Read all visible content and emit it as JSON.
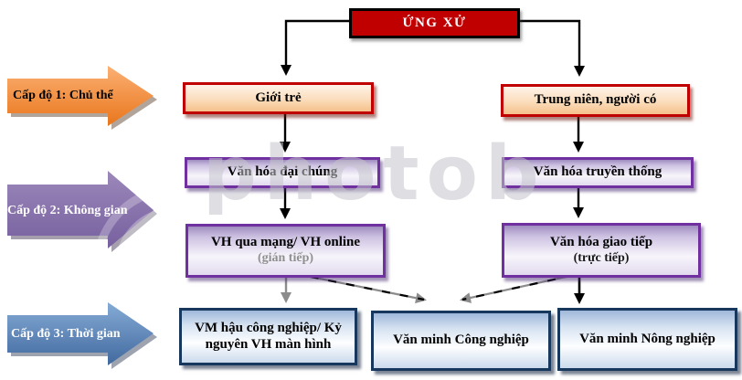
{
  "diagram": {
    "root": {
      "label": "ỨNG XỬ",
      "bg": "#C00000",
      "text_color": "#FFFFFF"
    },
    "level_arrows": [
      {
        "label": "Cấp độ 1: Chủ thể",
        "fill": "#ED7D31",
        "text_color": "#000000"
      },
      {
        "label": "Cấp độ 2: Không gian",
        "fill": "#8064A2",
        "text_color": "#FFFFFF"
      },
      {
        "label": "Cấp độ 3: Thời gian",
        "fill": "#4F81BD",
        "text_color": "#FFFFFF"
      }
    ],
    "row1": {
      "border": "#C00000",
      "left": "Giới trẻ",
      "right": "Trung niên, người có"
    },
    "row2": {
      "border": "#7030A0",
      "left": "Văn hóa đại chúng",
      "right": "Văn hóa truyền thống"
    },
    "row3": {
      "border": "#7030A0",
      "left": {
        "main": "VH qua mạng/ VH online",
        "sub": "(gián tiếp)"
      },
      "right": {
        "main": "Văn hóa giao tiếp",
        "sub": "(trực tiếp)"
      }
    },
    "row4": {
      "border": "#17375D",
      "items": [
        "VM hậu công nghiệp/ Kỷ nguyên VH màn hình",
        "Văn minh Công nghiệp",
        "Văn minh Nông nghiệp"
      ]
    },
    "watermark": "photob"
  }
}
